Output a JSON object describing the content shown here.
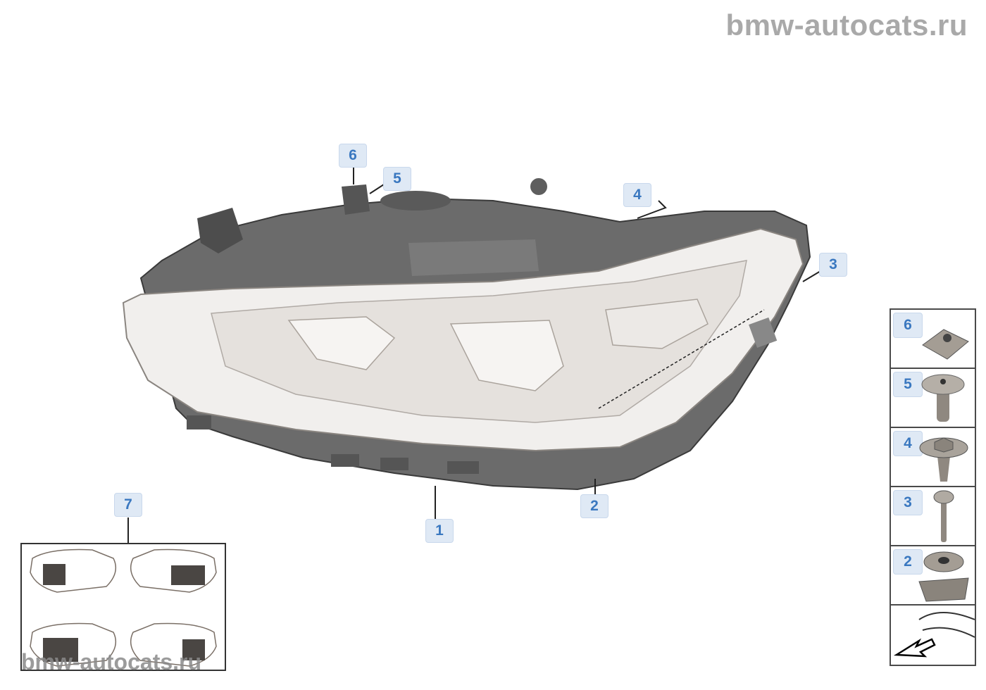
{
  "watermark_top": "bmw-autocats.ru",
  "watermark_bottom": "bmw-autocats.ru",
  "callouts": {
    "c1": "1",
    "c2": "2",
    "c3": "3",
    "c4": "4",
    "c5": "5",
    "c6": "6",
    "c7": "7"
  },
  "side_panel": {
    "items": [
      {
        "label": "6",
        "part": "clip-nut-icon"
      },
      {
        "label": "5",
        "part": "pan-head-screw-icon"
      },
      {
        "label": "4",
        "part": "hex-collar-screw-icon"
      },
      {
        "label": "3",
        "part": "torx-screw-icon"
      },
      {
        "label": "2",
        "part": "expanding-nut-icon"
      }
    ],
    "nav": "back-arrow-icon"
  }
}
